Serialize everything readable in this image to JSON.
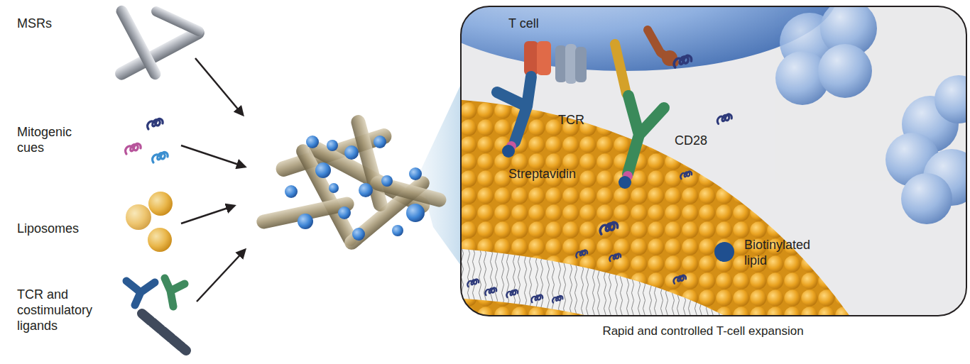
{
  "diagram": {
    "caption": "Rapid and controlled T-cell expansion",
    "labels": [
      "MSRs",
      "Mitogenic cues",
      "Liposomes",
      "TCR and costimulatory ligands",
      "T cell",
      "TCR",
      "CD28",
      "Streptavidin",
      "Biotinylated lipid"
    ]
  }
}
